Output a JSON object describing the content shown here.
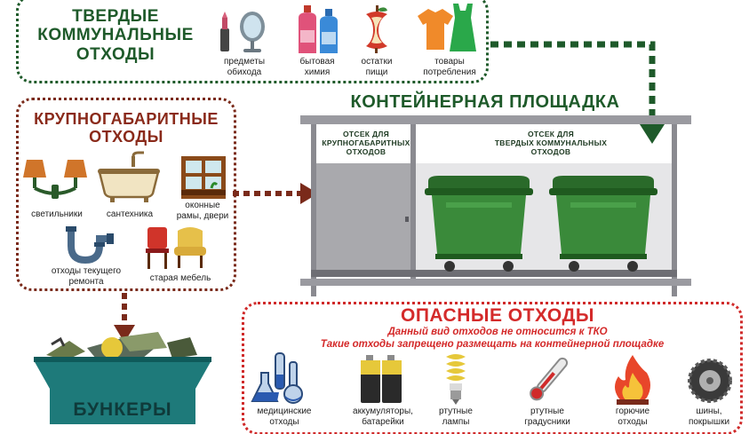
{
  "msw": {
    "title_line1": "ТВЕРДЫЕ",
    "title_line2": "КОММУНАЛЬНЫЕ",
    "title_line3": "ОТХОДЫ",
    "items": [
      {
        "line1": "предметы",
        "line2": "обихода",
        "icon": "mirror-lipstick-icon"
      },
      {
        "line1": "бытовая",
        "line2": "химия",
        "icon": "detergent-bottles-icon"
      },
      {
        "line1": "остатки",
        "line2": "пищи",
        "icon": "apple-core-icon"
      },
      {
        "line1": "товары",
        "line2": "потребления",
        "icon": "clothes-icon"
      }
    ]
  },
  "bulky": {
    "title_line1": "КРУПНОГАБАРИТНЫЕ",
    "title_line2": "ОТХОДЫ",
    "items": [
      {
        "line1": "светильники",
        "line2": "",
        "icon": "wall-lamp-icon"
      },
      {
        "line1": "сантехника",
        "line2": "",
        "icon": "bathtub-icon"
      },
      {
        "line1": "оконные",
        "line2": "рамы, двери",
        "icon": "window-frame-icon"
      },
      {
        "line1": "отходы текущего",
        "line2": "ремонта",
        "icon": "pipe-icon"
      },
      {
        "line1": "старая мебель",
        "line2": "",
        "icon": "chairs-icon"
      }
    ]
  },
  "site": {
    "title": "КОНТЕЙНЕРНАЯ ПЛОЩАДКА",
    "bulky_compartment": {
      "line1": "ОТСЕК ДЛЯ",
      "line2": "КРУПНОГАБАРИТНЫХ",
      "line3": "ОТХОДОВ"
    },
    "msw_compartment": {
      "line1": "ОТСЕК ДЛЯ",
      "line2": "ТВЕРДЫХ КОММУНАЛЬНЫХ",
      "line3": "ОТХОДОВ"
    }
  },
  "hazardous": {
    "title": "ОПАСНЫЕ ОТХОДЫ",
    "note1": "Данный вид отходов не относится к ТКО",
    "note2": "Такие отходы запрещено размещать на контейнерной площадке",
    "items": [
      {
        "line1": "медицинские",
        "line2": "отходы",
        "icon": "lab-flasks-icon"
      },
      {
        "line1": "аккумуляторы,",
        "line2": "батарейки",
        "icon": "batteries-icon"
      },
      {
        "line1": "ртутные",
        "line2": "лампы",
        "icon": "cfl-lamp-icon"
      },
      {
        "line1": "ртутные",
        "line2": "градусники",
        "icon": "thermometer-icon"
      },
      {
        "line1": "горючие",
        "line2": "отходы",
        "icon": "fire-icon"
      },
      {
        "line1": "шины,",
        "line2": "покрышки",
        "icon": "tire-icon"
      }
    ]
  },
  "bunker": {
    "label": "БУНКЕРЫ"
  },
  "colors": {
    "green_dark": "#1e5a2a",
    "brown": "#7a2a1a",
    "red": "#d42a2a",
    "container_green": "#3a8a3a",
    "bunker_teal": "#1e7a7a"
  }
}
